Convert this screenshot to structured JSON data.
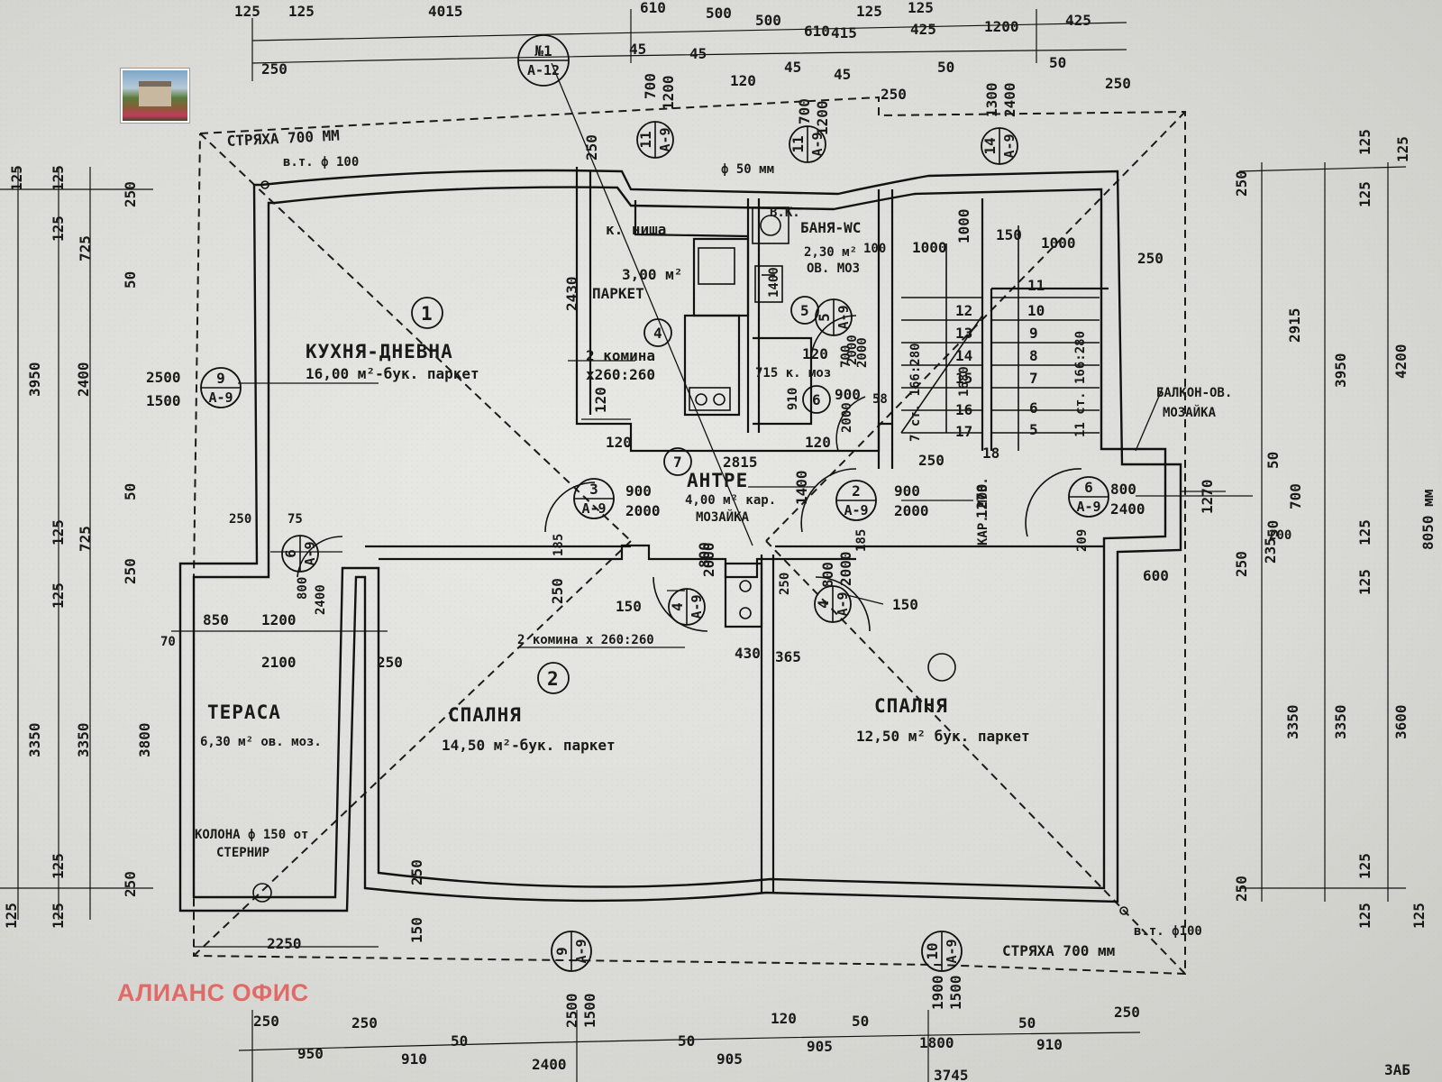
{
  "plan": {
    "screed_top": "СТРЯХА 700 ММ",
    "screed_bottom": "СТРЯХА 700 мм",
    "downpipe_top": "в.т. ф 100",
    "downpipe_bottom": "в.т. ф100",
    "pipe_label": "ф 50 мм",
    "column_label_1": "КОЛОНА ф 150 от",
    "column_label_2": "СТЕРНИР",
    "overall_height": "8050 мм",
    "corner_text": "ЗАБ",
    "rooms": {
      "kitchen": {
        "no": "1",
        "name": "КУХНЯ-ДНЕВНА",
        "area": "16,00 м²-бук. паркет"
      },
      "bed2": {
        "no": "2",
        "name": "СПАЛНЯ",
        "area": "14,50 м²-бук. паркет"
      },
      "bed3": {
        "name": "СПАЛНЯ",
        "area": "12,50 м² бук. паркет"
      },
      "niche": {
        "no": "4",
        "name": "к. ниша",
        "area": "3,00 м²",
        "floor": "ПАРКЕТ"
      },
      "chimney": {
        "line1": "2 комина",
        "line2": "х260:260"
      },
      "bath": {
        "no": "5",
        "name": "БАНЯ-WC",
        "area": "2,30 м²",
        "floor": "ОВ. МОЗ",
        "vk": "В.К."
      },
      "entry": {
        "no": "7",
        "name": "АНТРЕ",
        "area": "4,00 м² кар.",
        "floor": "МОЗАЙКА"
      },
      "terrace": {
        "name": "ТЕРАСА",
        "area": "6,30 м² ов. моз."
      },
      "balcony": {
        "name": "БАЛКОН-ОВ.",
        "floor": "МОЗАЙКА"
      },
      "small6": {
        "no": "6",
        "label": "715 к. моз"
      },
      "chimney2": "2 комина х 260:260",
      "stair_left": "7 ст. 166:280",
      "stair_right": "11 ст. 166:280",
      "kar_moz": "КАР. МОЗ."
    },
    "bubbles": [
      {
        "top": "№1",
        "bottom": "А-12"
      },
      {
        "top": "9",
        "bottom": "А-9"
      },
      {
        "top": "3",
        "bottom": "А-9"
      },
      {
        "top": "2",
        "bottom": "А-9"
      },
      {
        "top": "6",
        "bottom": "А-9"
      },
      {
        "top": "6",
        "bottom": "А-9"
      },
      {
        "top": "4",
        "bottom": "А-9"
      },
      {
        "top": "4",
        "bottom": "А-9"
      },
      {
        "top": "5",
        "bottom": "А-9"
      },
      {
        "top": "11",
        "bottom": "А-9"
      },
      {
        "top": "11",
        "bottom": "А-9"
      },
      {
        "top": "14",
        "bottom": "А-9"
      },
      {
        "top": "9",
        "bottom": "А-9"
      },
      {
        "top": "10",
        "bottom": "А-9"
      }
    ],
    "openings": {
      "o1": [
        "900",
        "2000"
      ],
      "o2": [
        "900",
        "2000"
      ],
      "o3": [
        "800",
        "2400"
      ],
      "o4": [
        "800",
        "2000"
      ],
      "o5": [
        "800",
        "2000"
      ],
      "o6": [
        "700",
        "2000"
      ],
      "o7": [
        "900",
        "2000"
      ],
      "o8": [
        "800",
        "2400"
      ],
      "o9": [
        "2500",
        "1500"
      ],
      "o10": [
        "1900",
        "1500"
      ],
      "o11": [
        "2500",
        "1500"
      ],
      "o12": [
        "700",
        "1200"
      ],
      "o13": [
        "700",
        "1200"
      ],
      "o14": [
        "1300",
        "2400"
      ]
    },
    "dims_top": [
      "125",
      "125",
      "4015",
      "610",
      "500",
      "500",
      "610",
      "125",
      "125",
      "425",
      "1200",
      "425",
      "250",
      "45",
      "45",
      "120",
      "45",
      "45",
      "250",
      "50",
      "50",
      "250",
      "415"
    ],
    "dims_bottom": [
      "250",
      "950",
      "250",
      "910",
      "50",
      "2400",
      "50",
      "905",
      "120",
      "905",
      "50",
      "1800",
      "50",
      "910",
      "250",
      "3745"
    ],
    "dims_left": [
      "125",
      "125",
      "250",
      "125",
      "725",
      "50",
      "3950",
      "2400",
      "50",
      "725",
      "125",
      "250",
      "125",
      "3350",
      "3350",
      "250",
      "125",
      "125",
      "125"
    ],
    "dims_right": [
      "250",
      "125",
      "125",
      "125",
      "2915",
      "3950",
      "4200",
      "50",
      "700",
      "50",
      "235",
      "125",
      "125",
      "250",
      "3350",
      "3350",
      "3600",
      "125",
      "250",
      "125",
      "125"
    ],
    "dims_inner": [
      "2430",
      "120",
      "120",
      "120",
      "120",
      "2815",
      "1400",
      "1270",
      "1270",
      "250",
      "250",
      "250",
      "1000",
      "1000",
      "1000",
      "150",
      "1680",
      "100",
      "1400",
      "910",
      "850",
      "1200",
      "2100",
      "250",
      "70",
      "3800",
      "250",
      "150",
      "2250",
      "250",
      "150",
      "150",
      "430",
      "365",
      "600",
      "185",
      "185",
      "209",
      "200",
      "2000",
      "250",
      "58",
      "75",
      "250"
    ],
    "stair_steps_left": [
      "12",
      "13",
      "14",
      "15",
      "16",
      "17",
      "18"
    ],
    "stair_steps_right": [
      "11",
      "10",
      "9",
      "8",
      "7",
      "6",
      "5"
    ]
  },
  "overlay": {
    "brand": "АЛИАНС ОФИС",
    "thumbnail_icon": "house-photo-icon"
  }
}
